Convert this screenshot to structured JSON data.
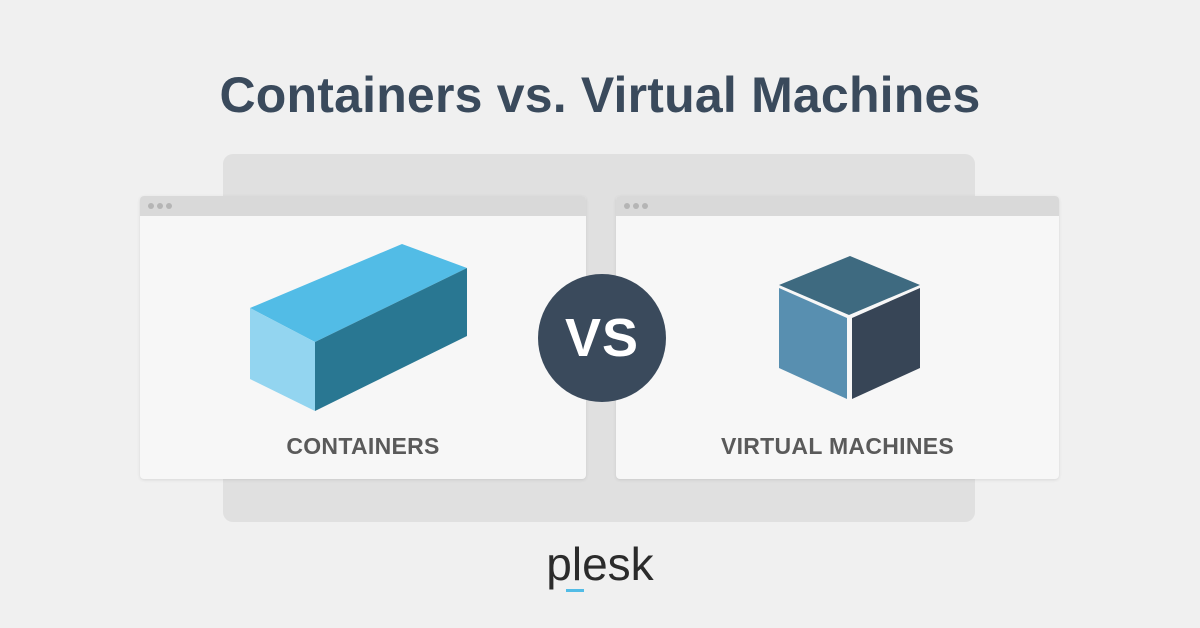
{
  "title": "Containers vs. Virtual Machines",
  "left_window": {
    "label": "CONTAINERS",
    "icon": "container-box-icon"
  },
  "right_window": {
    "label": "VIRTUAL MACHINES",
    "icon": "vm-cube-icon"
  },
  "vs_text": "VS",
  "logo": "plesk",
  "colors": {
    "background": "#f0f0f0",
    "title": "#3a4a5c",
    "badge": "#3a4a5c",
    "container_top": "#52bce6",
    "container_side": "#297792",
    "container_front": "#93d5f0",
    "cube_top": "#3e6a80",
    "cube_left": "#588fb0",
    "cube_right": "#374556",
    "logo_accent": "#52bce6"
  }
}
